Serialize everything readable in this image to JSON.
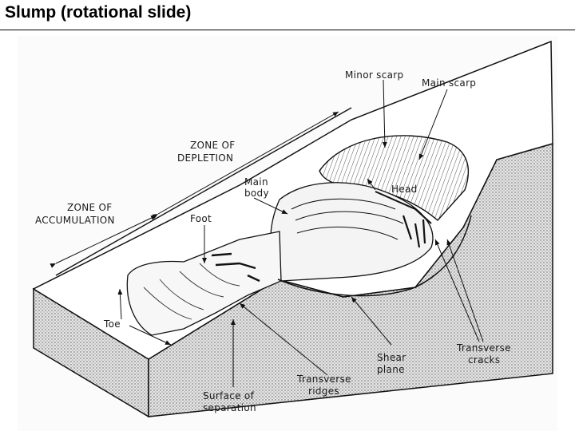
{
  "title": "Slump (rotational slide)",
  "labels": {
    "minor_scarp": "Minor scarp",
    "main_scarp": "Main scarp",
    "zone_depletion_1": "ZONE OF",
    "zone_depletion_2": "DEPLETION",
    "zone_accum_1": "ZONE OF",
    "zone_accum_2": "ACCUMULATION",
    "main_body_1": "Main",
    "main_body_2": "body",
    "head": "Head",
    "foot": "Foot",
    "toe": "Toe",
    "shear_1": "Shear",
    "shear_2": "plane",
    "transverse_cracks_1": "Transverse",
    "transverse_cracks_2": "cracks",
    "transverse_ridges_1": "Transverse",
    "transverse_ridges_2": "ridges",
    "surface_sep_1": "Surface of",
    "surface_sep_2": "separation"
  }
}
